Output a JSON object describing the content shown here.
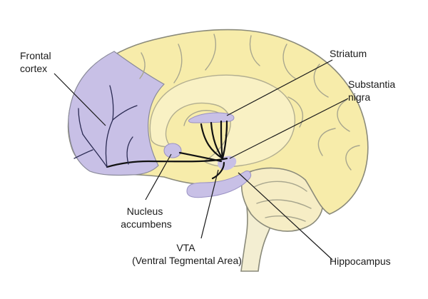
{
  "labels": {
    "frontal_cortex": [
      "Frontal",
      "cortex"
    ],
    "striatum": "Striatum",
    "substantia_nigra": [
      "Substantia",
      "nigra"
    ],
    "nucleus_accumbens": [
      "Nucleus",
      "accumbens"
    ],
    "vta": [
      "VTA",
      "(Ventral Tegmental Area)"
    ],
    "hippocampus": "Hippocampus"
  },
  "colors": {
    "brain_fill": "#f7ecaa",
    "brain_inner": "#f9f1c4",
    "dopamine_region": "#c8c0e6",
    "brainstem": "#f3eed2",
    "text": "#1a1a1a"
  }
}
